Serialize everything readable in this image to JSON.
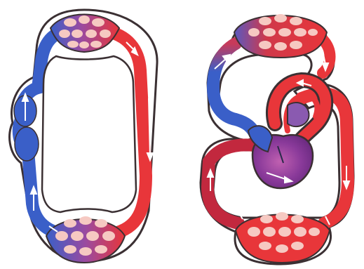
{
  "diagram": {
    "colors": {
      "vein_blue": "#3a5fc8",
      "artery_red": "#e8363a",
      "mixed_purple": "#7a4aa6",
      "capillary_pink": "#f6c9c2",
      "outline": "#3b3033",
      "background": "#ffffff",
      "arrow_white": "#ffffff"
    },
    "panels": [
      {
        "id": "single-circuit",
        "parts": [
          "capillary-bed-top",
          "capillary-bed-bottom",
          "blue-vessel",
          "red-vessel",
          "bulb-chamber-upper",
          "bulb-chamber-lower"
        ]
      },
      {
        "id": "double-circuit",
        "parts": [
          "capillary-bed-top",
          "capillary-bed-bottom",
          "blue-vein-left",
          "red-artery-right",
          "dark-red-vessel-left",
          "red-loop-center",
          "heart-ventricle",
          "heart-atrium-right",
          "heart-atrium-left"
        ]
      }
    ]
  }
}
